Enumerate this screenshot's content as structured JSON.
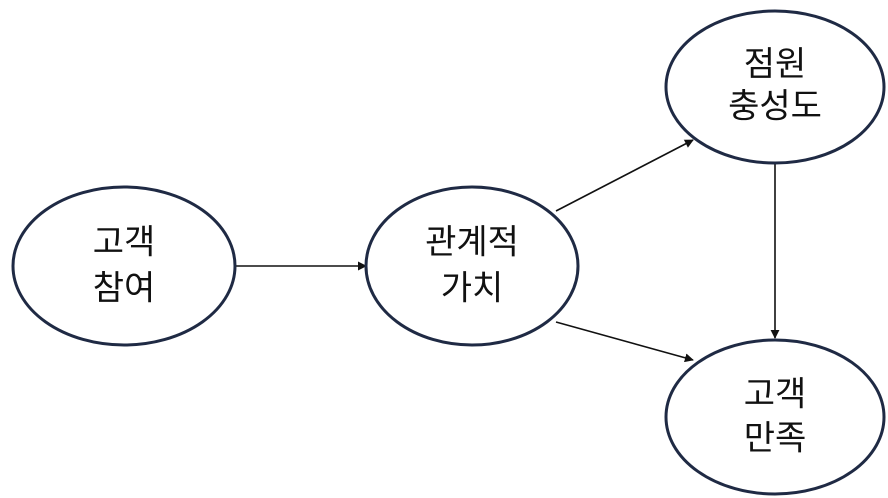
{
  "diagram": {
    "nodes": {
      "customer_participation": {
        "line1": "고객",
        "line2": "참여"
      },
      "relational_value": {
        "line1": "관계적",
        "line2": "가치"
      },
      "employee_loyalty": {
        "line1": "점원",
        "line2": "충성도"
      },
      "customer_satisfaction": {
        "line1": "고객",
        "line2": "만족"
      }
    },
    "edges": [
      {
        "from": "고객 참여",
        "to": "관계적 가치"
      },
      {
        "from": "관계적 가치",
        "to": "점원 충성도"
      },
      {
        "from": "관계적 가치",
        "to": "고객 만족"
      },
      {
        "from": "점원 충성도",
        "to": "고객 만족"
      }
    ],
    "colors": {
      "node_stroke": "#1f2a44",
      "edge": "#111111",
      "text": "#111111",
      "background": "#ffffff"
    }
  }
}
